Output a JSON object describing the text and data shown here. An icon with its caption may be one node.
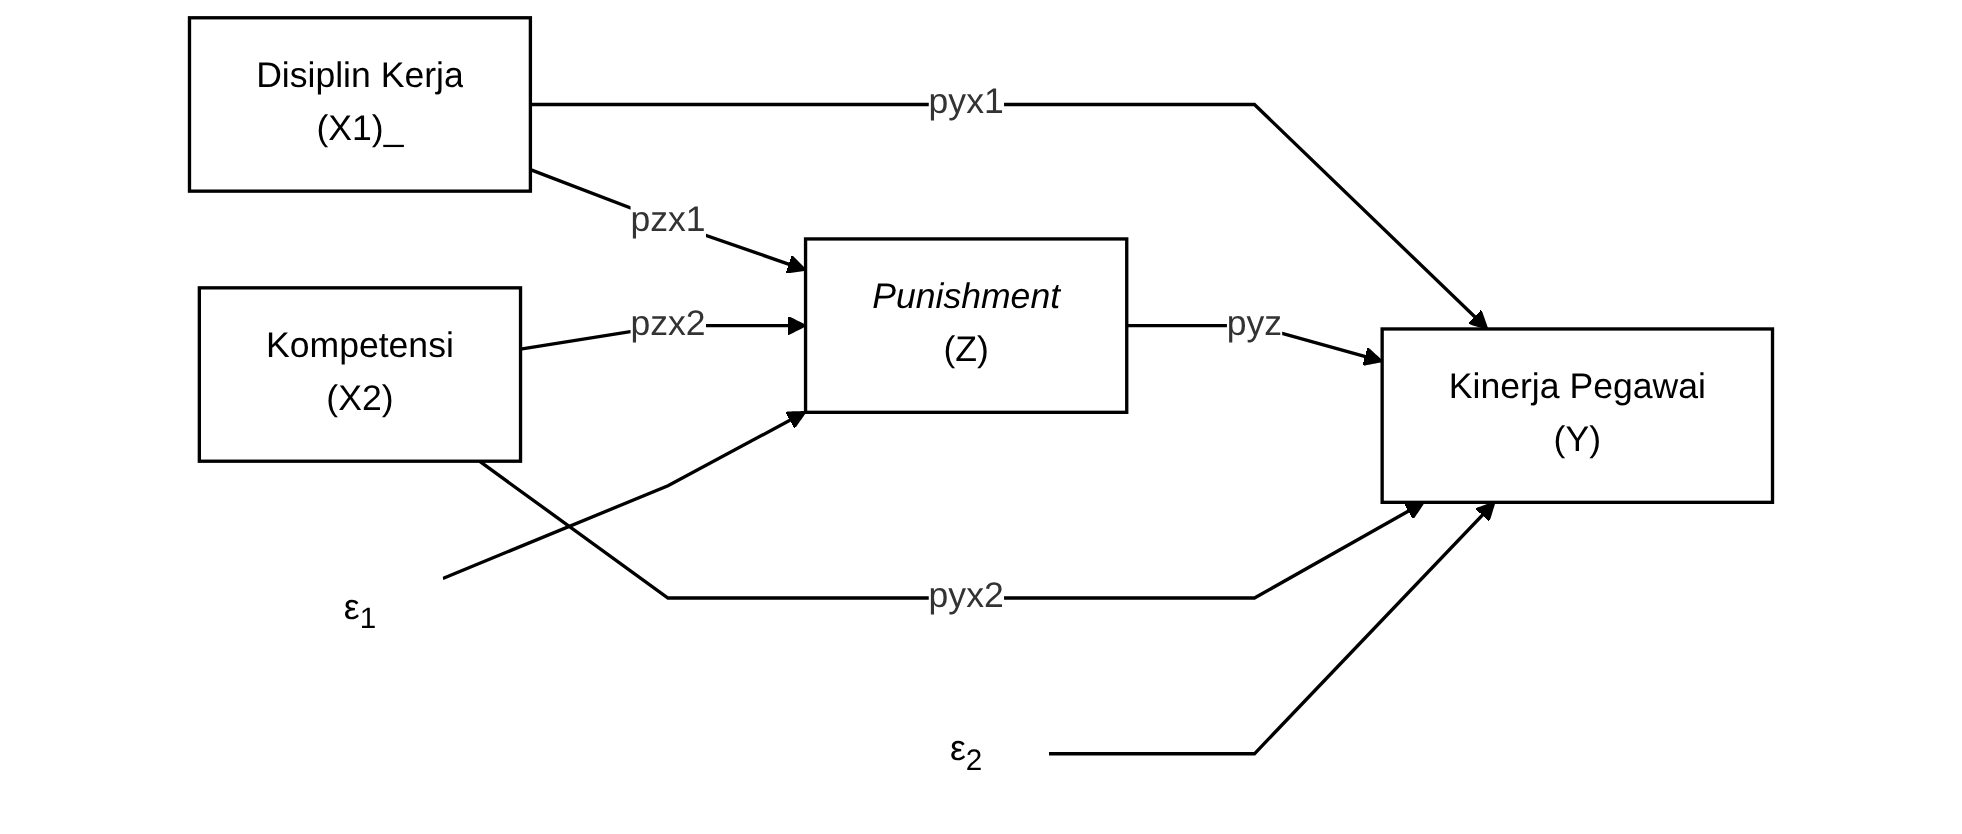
{
  "diagram": {
    "nodes": [
      {
        "text": [
          "Disiplin Kerja",
          "(X1)_"
        ]
      },
      {
        "text": [
          "Kompetensi",
          "(X2)"
        ]
      },
      {
        "text": [
          "*Punishment*",
          "(Z)"
        ]
      },
      {
        "text": [
          "Kinerja Pegawai",
          "(Y)"
        ]
      },
      {
        "text": [
          "ε$_{1}$"
        ]
      },
      {
        "text": [
          "ε$_{2}$"
        ]
      }
    ],
    "edges": [
      {
        "from": 0,
        "to": 3,
        "arrow": "to",
        "label": "pyx1"
      },
      {
        "from": 0,
        "to": 2,
        "arrow": "to",
        "label": "pzx1"
      },
      {
        "from": 1,
        "to": 2,
        "arrow": "to",
        "label": "pzx2"
      },
      {
        "from": 2,
        "to": 3,
        "arrow": "to",
        "label": "pyz"
      },
      {
        "from": 1,
        "to": 3,
        "arrow": "to",
        "label": "pyx2"
      },
      {
        "from": 4,
        "to": 2,
        "arrow": "to"
      },
      {
        "from": 5,
        "to": 3,
        "arrow": "to"
      }
    ]
  }
}
